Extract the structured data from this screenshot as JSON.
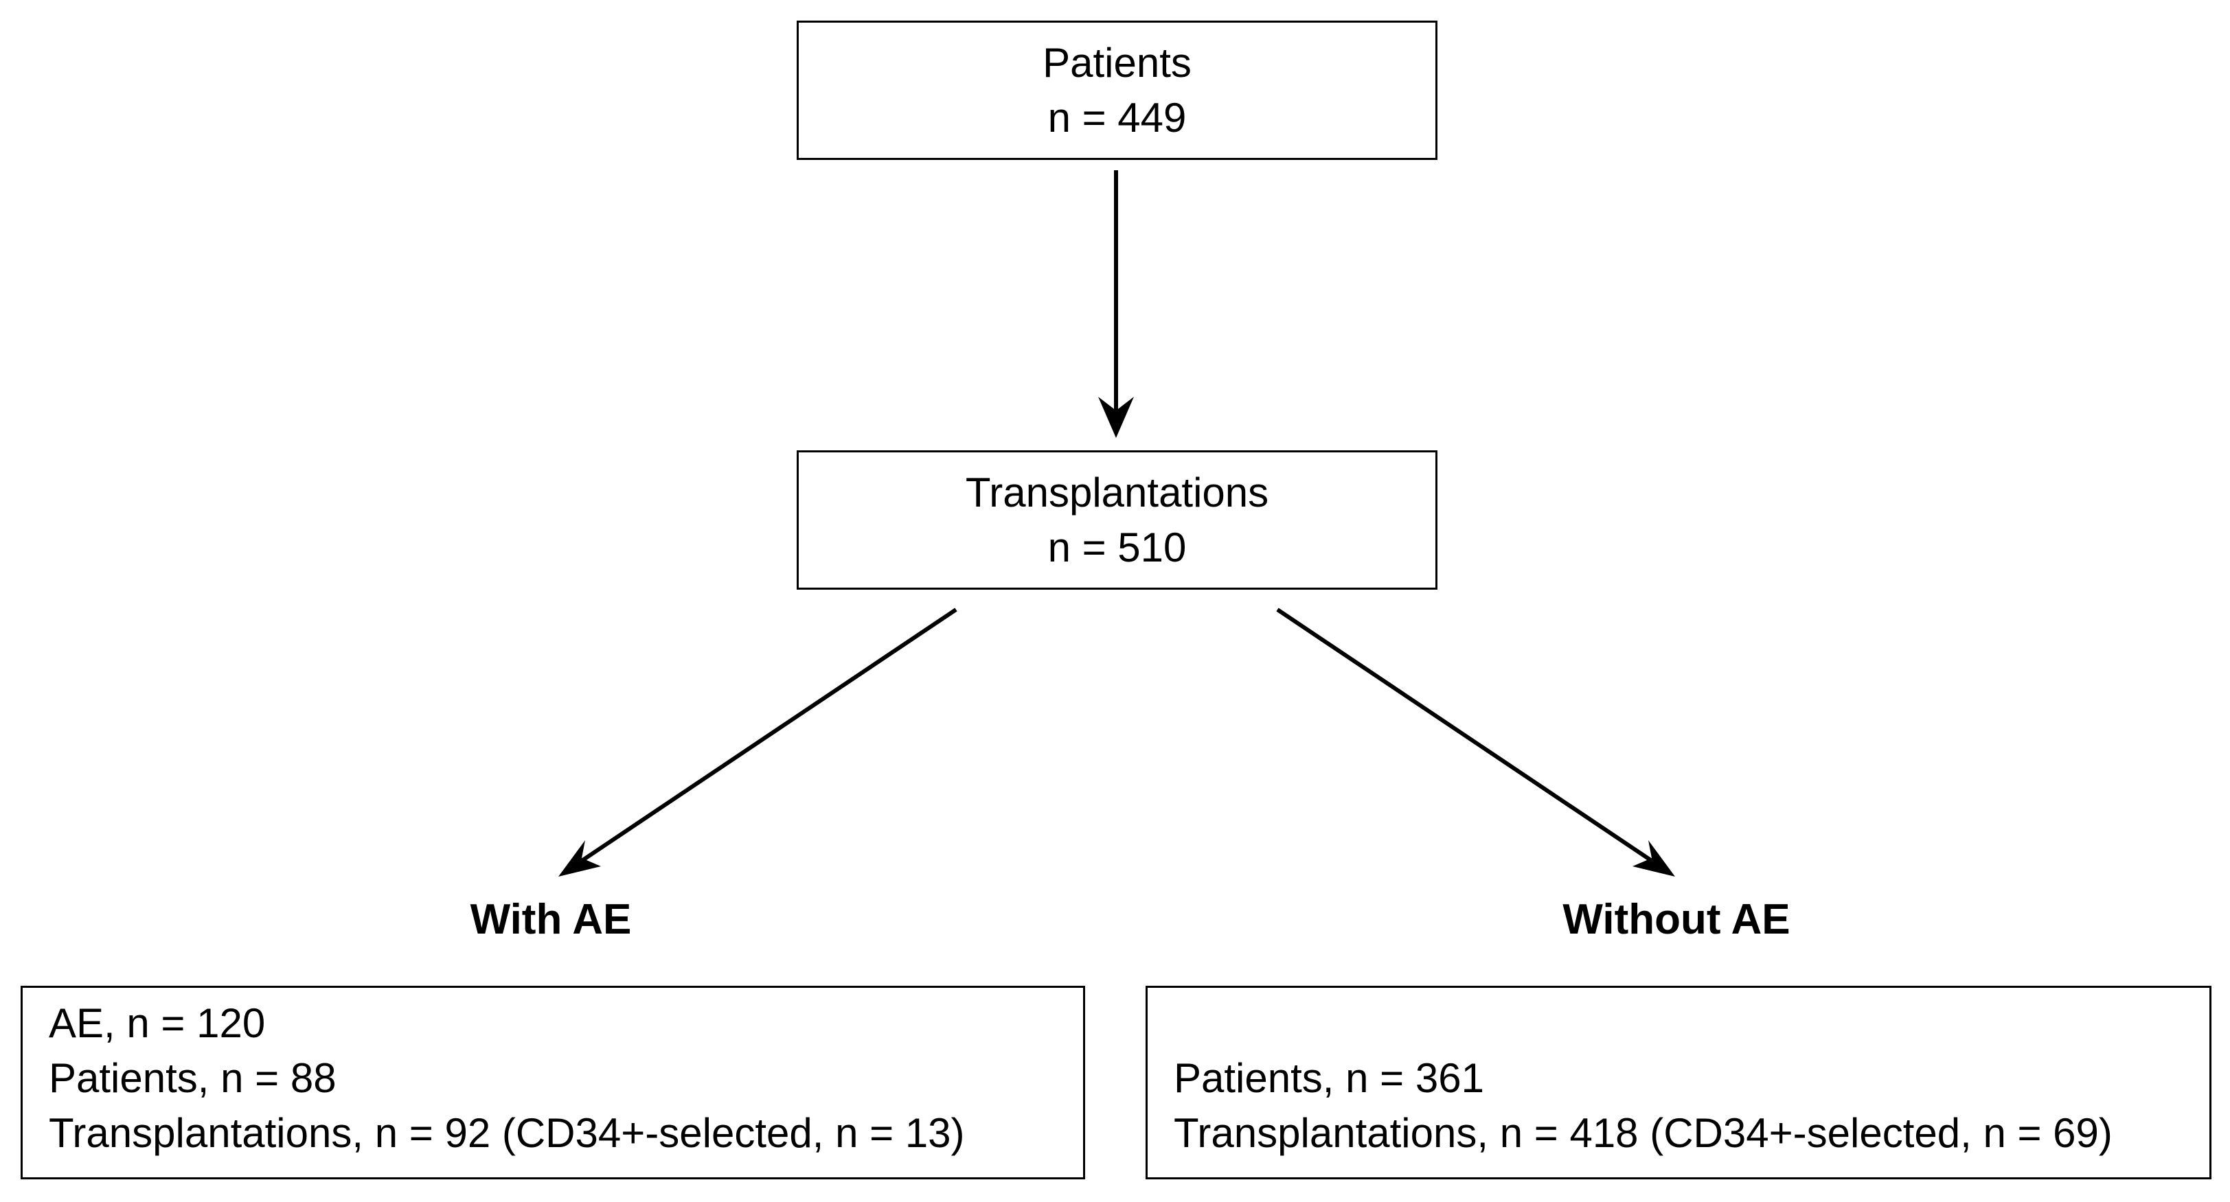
{
  "top_box": {
    "title": "Patients",
    "count": "n = 449"
  },
  "middle_box": {
    "title": "Transplantations",
    "count": "n = 510"
  },
  "left_branch": {
    "heading": "With AE",
    "lines": [
      "AE, n = 120",
      "Patients, n = 88",
      "Transplantations, n = 92 (CD34+-selected, n = 13)"
    ]
  },
  "right_branch": {
    "heading": "Without AE",
    "lines": [
      "Patients, n = 361",
      "Transplantations, n = 418 (CD34+-selected, n = 69)"
    ]
  },
  "colors": {
    "stroke": "#000000",
    "background": "#ffffff"
  }
}
